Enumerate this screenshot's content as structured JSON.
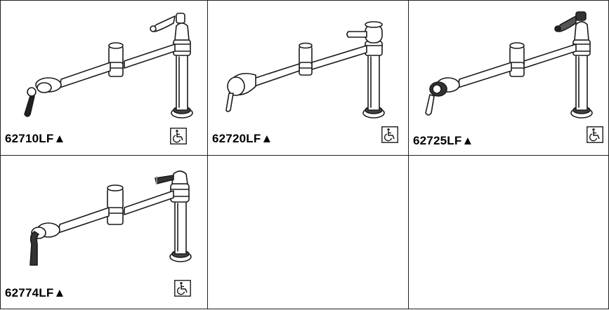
{
  "products": [
    {
      "model": "62710LF▲",
      "accessibility_icon": "wheelchair-icon"
    },
    {
      "model": "62720LF▲",
      "accessibility_icon": "wheelchair-icon"
    },
    {
      "model": "62725LF▲",
      "accessibility_icon": "wheelchair-icon"
    },
    {
      "model": "62774LF▲",
      "accessibility_icon": "wheelchair-icon"
    }
  ],
  "colors": {
    "line": "#1a1a1a",
    "border": "#222222",
    "background": "#ffffff"
  }
}
